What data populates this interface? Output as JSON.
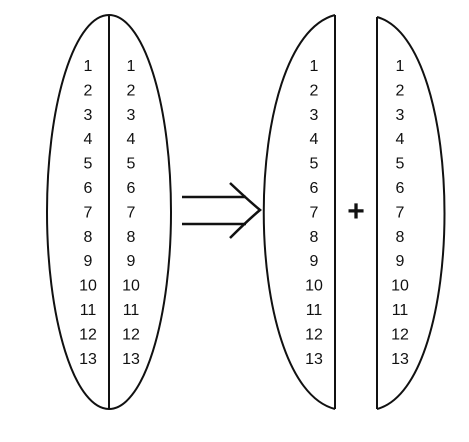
{
  "diagram": {
    "left_column_a": [
      "1",
      "2",
      "3",
      "4",
      "5",
      "6",
      "7",
      "8",
      "9",
      "10",
      "11",
      "12",
      "13"
    ],
    "left_column_b": [
      "1",
      "2",
      "3",
      "4",
      "5",
      "6",
      "7",
      "8",
      "9",
      "10",
      "11",
      "12",
      "13"
    ],
    "right_half_left": [
      "1",
      "2",
      "3",
      "4",
      "5",
      "6",
      "7",
      "8",
      "9",
      "10",
      "11",
      "12",
      "13"
    ],
    "right_half_right": [
      "1",
      "2",
      "3",
      "4",
      "5",
      "6",
      "7",
      "8",
      "9",
      "10",
      "11",
      "12",
      "13"
    ],
    "arrow_symbol": "implies-arrow",
    "plus_symbol": "+",
    "stroke_color": "#111111"
  }
}
